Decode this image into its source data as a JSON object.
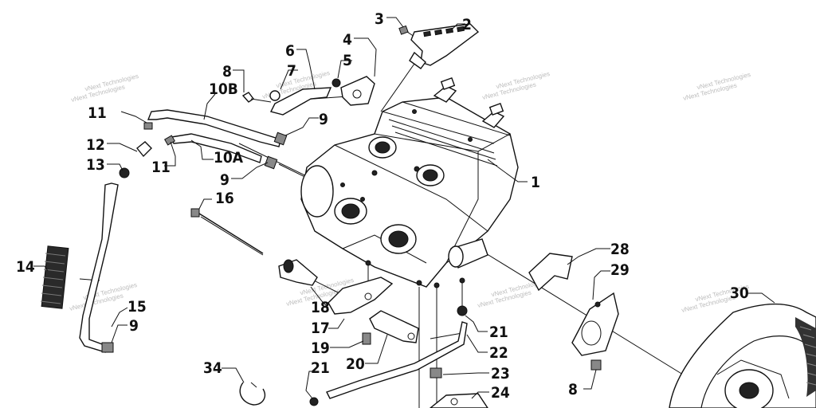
{
  "watermark_text": "vNext Technologies",
  "callouts": [
    {
      "id": "3",
      "label": "3"
    },
    {
      "id": "2",
      "label": "2"
    },
    {
      "id": "4",
      "label": "4"
    },
    {
      "id": "5",
      "label": "5"
    },
    {
      "id": "6",
      "label": "6"
    },
    {
      "id": "7",
      "label": "7"
    },
    {
      "id": "8a",
      "label": "8"
    },
    {
      "id": "10B",
      "label": "10B"
    },
    {
      "id": "11a",
      "label": "11"
    },
    {
      "id": "9a",
      "label": "9"
    },
    {
      "id": "12",
      "label": "12"
    },
    {
      "id": "13",
      "label": "13"
    },
    {
      "id": "11b",
      "label": "11"
    },
    {
      "id": "10A",
      "label": "10A"
    },
    {
      "id": "9b",
      "label": "9"
    },
    {
      "id": "1",
      "label": "1"
    },
    {
      "id": "16a",
      "label": "16"
    },
    {
      "id": "14",
      "label": "14"
    },
    {
      "id": "15",
      "label": "15"
    },
    {
      "id": "9c",
      "label": "9"
    },
    {
      "id": "18",
      "label": "18"
    },
    {
      "id": "17",
      "label": "17"
    },
    {
      "id": "19",
      "label": "19"
    },
    {
      "id": "20",
      "label": "20"
    },
    {
      "id": "21a",
      "label": "21"
    },
    {
      "id": "22",
      "label": "22"
    },
    {
      "id": "23",
      "label": "23"
    },
    {
      "id": "24",
      "label": "24"
    },
    {
      "id": "21b",
      "label": "21"
    },
    {
      "id": "34",
      "label": "34"
    },
    {
      "id": "28",
      "label": "28"
    },
    {
      "id": "29",
      "label": "29"
    },
    {
      "id": "8b",
      "label": "8"
    },
    {
      "id": "30",
      "label": "30"
    }
  ]
}
